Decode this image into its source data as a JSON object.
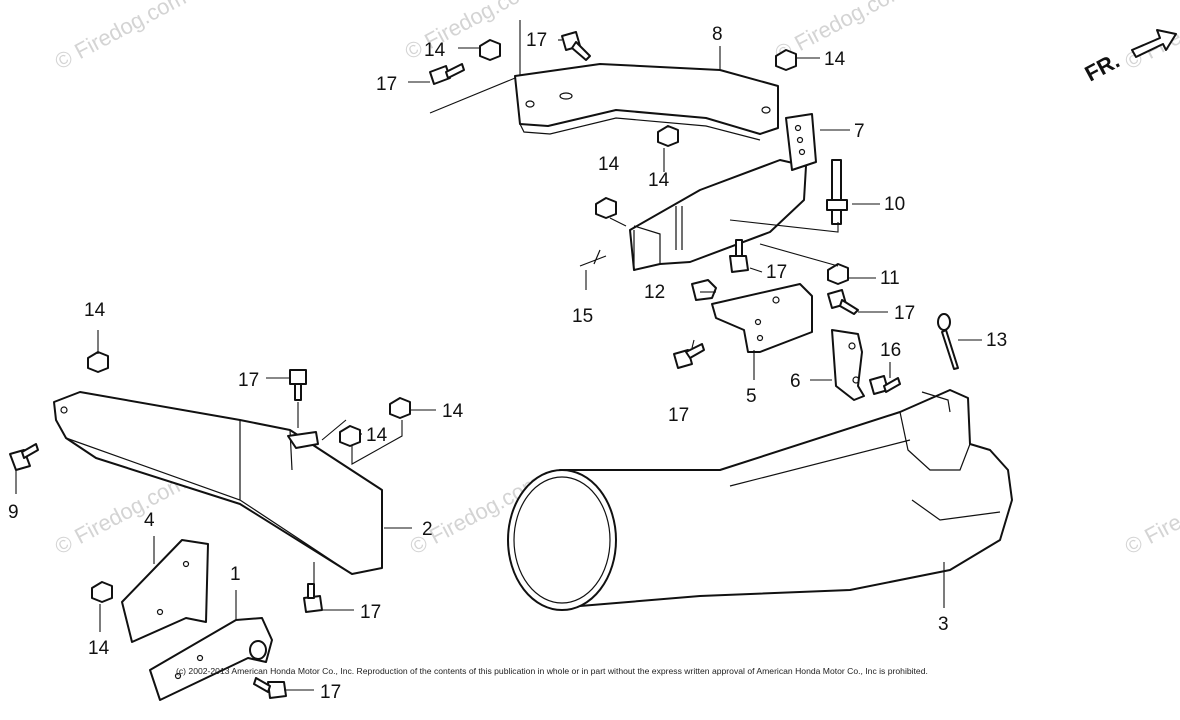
{
  "watermark": {
    "text": "© Firedog.com"
  },
  "direction_marker": {
    "label": "FR."
  },
  "callouts": [
    {
      "id": "c-8",
      "text": "8"
    },
    {
      "id": "c-7",
      "text": "7"
    },
    {
      "id": "c-10",
      "text": "10"
    },
    {
      "id": "c-11",
      "text": "11"
    },
    {
      "id": "c-13",
      "text": "13"
    },
    {
      "id": "c-16",
      "text": "16"
    },
    {
      "id": "c-6",
      "text": "6"
    },
    {
      "id": "c-5",
      "text": "5"
    },
    {
      "id": "c-12",
      "text": "12"
    },
    {
      "id": "c-15",
      "text": "15"
    },
    {
      "id": "c-3",
      "text": "3"
    },
    {
      "id": "c-2",
      "text": "2"
    },
    {
      "id": "c-4",
      "text": "4"
    },
    {
      "id": "c-1",
      "text": "1"
    },
    {
      "id": "c-9",
      "text": "9"
    },
    {
      "id": "c-14a",
      "text": "14"
    },
    {
      "id": "c-14b",
      "text": "14"
    },
    {
      "id": "c-14c",
      "text": "14"
    },
    {
      "id": "c-14d",
      "text": "14"
    },
    {
      "id": "c-14e",
      "text": "14"
    },
    {
      "id": "c-14f",
      "text": "14"
    },
    {
      "id": "c-14g",
      "text": "14"
    },
    {
      "id": "c-14h",
      "text": "14"
    },
    {
      "id": "c-17a",
      "text": "17"
    },
    {
      "id": "c-17b",
      "text": "17"
    },
    {
      "id": "c-17c",
      "text": "17"
    },
    {
      "id": "c-17d",
      "text": "17"
    },
    {
      "id": "c-17e",
      "text": "17"
    },
    {
      "id": "c-17f",
      "text": "17"
    },
    {
      "id": "c-17g",
      "text": "17"
    },
    {
      "id": "c-17h",
      "text": "17"
    }
  ],
  "copyright": "(c) 2002-2013 American Honda Motor Co., Inc. Reproduction of the contents of this publication in whole or in part without the express written approval of American Honda Motor Co., Inc is prohibited."
}
